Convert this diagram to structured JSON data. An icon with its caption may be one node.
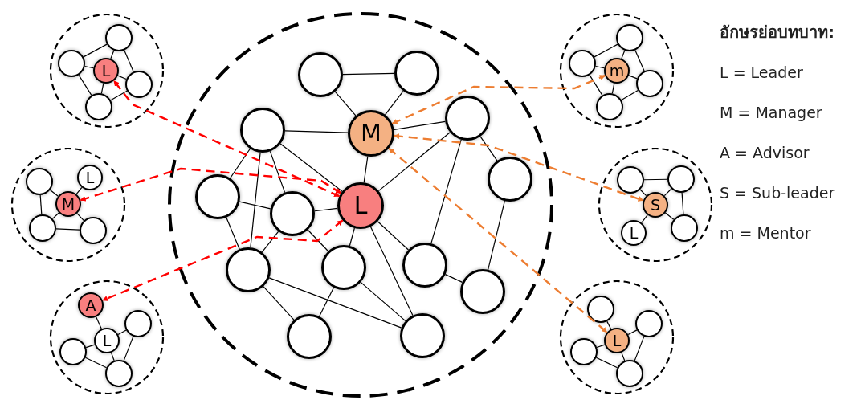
{
  "diagram": {
    "nodes": [
      {
        "text": [],
        "shape": "circle"
      },
      {
        "text": [],
        "shape": "circle",
        "in": 0
      },
      {
        "text": [],
        "shape": "circle",
        "in": 0
      },
      {
        "text": [
          "L"
        ],
        "in": 0
      },
      {
        "text": [],
        "shape": "circle",
        "in": 0
      },
      {
        "text": [],
        "shape": "circle",
        "in": 0
      },
      {
        "text": [],
        "shape": "circle"
      },
      {
        "text": [],
        "shape": "circle",
        "in": 6
      },
      {
        "text": [],
        "shape": "circle",
        "in": 6
      },
      {
        "text": [],
        "shape": "circle",
        "in": 6
      },
      {
        "text": [
          "M"
        ],
        "in": 6
      },
      {
        "text": [],
        "shape": "circle",
        "in": 6
      },
      {
        "text": [],
        "shape": "circle",
        "in": 6
      },
      {
        "text": [],
        "shape": "circle",
        "in": 6
      },
      {
        "text": [
          "L"
        ],
        "in": 6
      },
      {
        "text": [],
        "shape": "circle",
        "in": 6
      },
      {
        "text": [],
        "shape": "circle",
        "in": 6
      },
      {
        "text": [],
        "shape": "circle",
        "in": 6
      },
      {
        "text": [],
        "shape": "circle",
        "in": 6
      },
      {
        "text": [],
        "shape": "circle",
        "in": 6
      },
      {
        "text": [],
        "shape": "circle",
        "in": 6
      },
      {
        "text": [],
        "shape": "circle",
        "in": 6
      },
      {
        "text": [],
        "shape": "circle"
      },
      {
        "text": [],
        "shape": "circle",
        "in": 22
      },
      {
        "text": [],
        "shape": "circle",
        "in": 22
      },
      {
        "text": [
          "m"
        ],
        "in": 22
      },
      {
        "text": [],
        "shape": "circle",
        "in": 22
      },
      {
        "text": [],
        "shape": "circle",
        "in": 22
      },
      {
        "text": [],
        "shape": "circle"
      },
      {
        "text": [],
        "shape": "circle",
        "in": 28
      },
      {
        "text": [
          "L"
        ],
        "in": 28
      },
      {
        "text": [
          "M"
        ],
        "in": 28
      },
      {
        "text": [],
        "shape": "circle",
        "in": 28
      },
      {
        "text": [],
        "shape": "circle",
        "in": 28
      },
      {
        "text": [],
        "shape": "circle"
      },
      {
        "text": [],
        "shape": "circle",
        "in": 34
      },
      {
        "text": [],
        "shape": "circle",
        "in": 34
      },
      {
        "text": [
          "S"
        ],
        "in": 34
      },
      {
        "text": [
          "L"
        ],
        "in": 34
      },
      {
        "text": [],
        "shape": "circle",
        "in": 34
      },
      {
        "text": [],
        "shape": "circle"
      },
      {
        "text": [
          "A"
        ],
        "in": 40
      },
      {
        "text": [
          "L"
        ],
        "in": 40
      },
      {
        "text": [],
        "shape": "circle",
        "in": 40
      },
      {
        "text": [],
        "shape": "circle",
        "in": 40
      },
      {
        "text": [],
        "shape": "circle",
        "in": 40
      },
      {
        "text": [],
        "shape": "circle"
      },
      {
        "text": [],
        "shape": "circle",
        "in": 46
      },
      {
        "text": [],
        "shape": "circle",
        "in": 46
      },
      {
        "text": [
          "L"
        ],
        "in": 46
      },
      {
        "text": [],
        "shape": "circle",
        "in": 46
      },
      {
        "text": [],
        "shape": "circle",
        "in": 46
      }
    ],
    "edges": [
      {
        "from": 7,
        "to": 8,
        "arrow": "none"
      },
      {
        "from": 7,
        "to": 10,
        "arrow": "none"
      },
      {
        "from": 8,
        "to": 10,
        "arrow": "none"
      },
      {
        "from": 9,
        "to": 10,
        "arrow": "none"
      },
      {
        "from": 9,
        "to": 14,
        "arrow": "none"
      },
      {
        "from": 9,
        "to": 12,
        "arrow": "none"
      },
      {
        "from": 9,
        "to": 16,
        "arrow": "none"
      },
      {
        "from": 9,
        "to": 13,
        "arrow": "none"
      },
      {
        "from": 10,
        "to": 14,
        "arrow": "none"
      },
      {
        "from": 10,
        "to": 11,
        "arrow": "none"
      },
      {
        "from": 11,
        "to": 14,
        "arrow": "none"
      },
      {
        "from": 11,
        "to": 15,
        "arrow": "none"
      },
      {
        "from": 11,
        "to": 18,
        "arrow": "none"
      },
      {
        "from": 15,
        "to": 19,
        "arrow": "none"
      },
      {
        "from": 12,
        "to": 13,
        "arrow": "none"
      },
      {
        "from": 12,
        "to": 16,
        "arrow": "none"
      },
      {
        "from": 13,
        "to": 14,
        "arrow": "none"
      },
      {
        "from": 13,
        "to": 16,
        "arrow": "none"
      },
      {
        "from": 13,
        "to": 17,
        "arrow": "none"
      },
      {
        "from": 14,
        "to": 17,
        "arrow": "none"
      },
      {
        "from": 14,
        "to": 18,
        "arrow": "none"
      },
      {
        "from": 14,
        "to": 21,
        "arrow": "none"
      },
      {
        "from": 16,
        "to": 20,
        "arrow": "none"
      },
      {
        "from": 16,
        "to": 21,
        "arrow": "none"
      },
      {
        "from": 17,
        "to": 20,
        "arrow": "none"
      },
      {
        "from": 17,
        "to": 21,
        "arrow": "none"
      },
      {
        "from": 18,
        "to": 19,
        "arrow": "none"
      },
      {
        "from": 2,
        "to": 1,
        "arrow": "none"
      },
      {
        "from": 1,
        "to": 3,
        "arrow": "none"
      },
      {
        "from": 1,
        "to": 4,
        "arrow": "none"
      },
      {
        "from": 2,
        "to": 3,
        "arrow": "none"
      },
      {
        "from": 2,
        "to": 5,
        "arrow": "none"
      },
      {
        "from": 3,
        "to": 5,
        "arrow": "none"
      },
      {
        "from": 3,
        "to": 4,
        "arrow": "none"
      },
      {
        "from": 5,
        "to": 4,
        "arrow": "none"
      },
      {
        "from": 24,
        "to": 23,
        "arrow": "none"
      },
      {
        "from": 23,
        "to": 25,
        "arrow": "none"
      },
      {
        "from": 23,
        "to": 26,
        "arrow": "none"
      },
      {
        "from": 24,
        "to": 25,
        "arrow": "none"
      },
      {
        "from": 24,
        "to": 27,
        "arrow": "none"
      },
      {
        "from": 25,
        "to": 27,
        "arrow": "none"
      },
      {
        "from": 25,
        "to": 26,
        "arrow": "none"
      },
      {
        "from": 27,
        "to": 26,
        "arrow": "none"
      },
      {
        "from": 29,
        "to": 31,
        "arrow": "none"
      },
      {
        "from": 30,
        "to": 31,
        "arrow": "none"
      },
      {
        "from": 29,
        "to": 32,
        "arrow": "none"
      },
      {
        "from": 31,
        "to": 32,
        "arrow": "none"
      },
      {
        "from": 31,
        "to": 33,
        "arrow": "none"
      },
      {
        "from": 32,
        "to": 33,
        "arrow": "none"
      },
      {
        "from": 35,
        "to": 36,
        "arrow": "none"
      },
      {
        "from": 35,
        "to": 37,
        "arrow": "none"
      },
      {
        "from": 36,
        "to": 37,
        "arrow": "none"
      },
      {
        "from": 36,
        "to": 39,
        "arrow": "none"
      },
      {
        "from": 37,
        "to": 38,
        "arrow": "none"
      },
      {
        "from": 37,
        "to": 39,
        "arrow": "none"
      },
      {
        "from": 41,
        "to": 42,
        "arrow": "none"
      },
      {
        "from": 42,
        "to": 43,
        "arrow": "none"
      },
      {
        "from": 42,
        "to": 44,
        "arrow": "none"
      },
      {
        "from": 42,
        "to": 45,
        "arrow": "none"
      },
      {
        "from": 43,
        "to": 45,
        "arrow": "none"
      },
      {
        "from": 44,
        "to": 45,
        "arrow": "none"
      },
      {
        "from": 47,
        "to": 49,
        "arrow": "none"
      },
      {
        "from": 49,
        "to": 48,
        "arrow": "none"
      },
      {
        "from": 50,
        "to": 49,
        "arrow": "none"
      },
      {
        "from": 50,
        "to": 51,
        "arrow": "none"
      },
      {
        "from": 49,
        "to": 51,
        "arrow": "none"
      },
      {
        "from": 48,
        "to": 51,
        "arrow": "none"
      },
      {
        "from": 14,
        "to": 3,
        "arrow": "both",
        "style": "dashed",
        "color": "#ff0000"
      },
      {
        "from": 14,
        "to": 31,
        "arrow": "both",
        "style": "dashed",
        "color": "#ff0000"
      },
      {
        "from": 14,
        "to": 41,
        "arrow": "both",
        "style": "dashed",
        "color": "#ff0000"
      },
      {
        "from": 10,
        "to": 25,
        "arrow": "both",
        "style": "dashed",
        "color": "#ed7d31"
      },
      {
        "from": 10,
        "to": 37,
        "arrow": "both",
        "style": "dashed",
        "color": "#ed7d31"
      },
      {
        "from": 10,
        "to": 49,
        "arrow": "both",
        "style": "dashed",
        "color": "#ed7d31"
      }
    ],
    "labels": [
      "อักษรย่อบทบาท:",
      "L = Leader",
      "M = Manager",
      "A = Advisor",
      "S = Sub-leader",
      "m = Mentor"
    ]
  }
}
